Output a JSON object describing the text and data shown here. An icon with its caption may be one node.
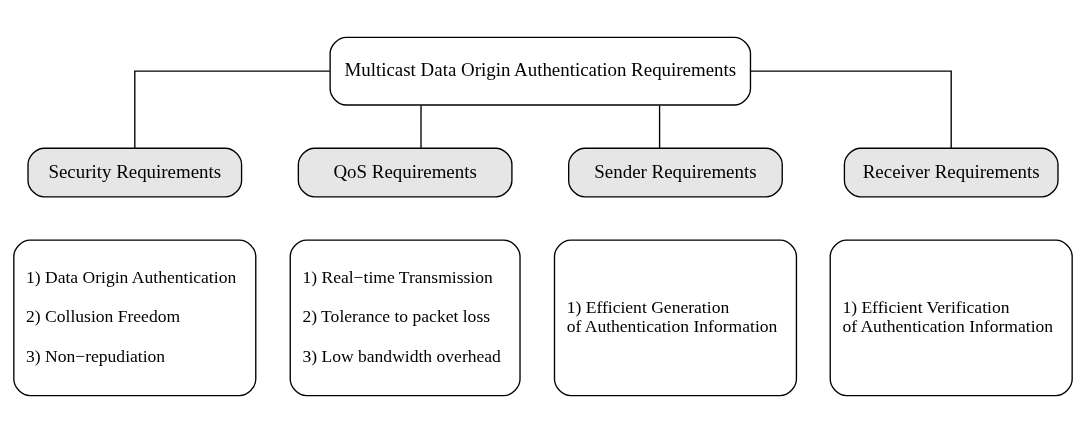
{
  "diagram": {
    "nodes": [
      {
        "text": [
          "Multicast Data Origin Authentication Requirements"
        ]
      },
      {
        "text": [
          "Security Requirements"
        ]
      },
      {
        "text": [
          "QoS Requirements"
        ]
      },
      {
        "text": [
          "Sender Requirements"
        ]
      },
      {
        "text": [
          "Receiver Requirements"
        ]
      },
      {
        "text": [
          "1) Data Origin Authentication",
          "2) Collusion Freedom",
          "3) Non−repudiation"
        ]
      },
      {
        "text": [
          "1) Real−time Transmission",
          "2) Tolerance to packet loss",
          "3) Low bandwidth overhead"
        ]
      },
      {
        "text": [
          "1) Efficient Generation of Authentication Information"
        ]
      },
      {
        "text": [
          "1) Efficient Verification of Authentication Information"
        ]
      }
    ],
    "edges": [
      {
        "from": 0,
        "to": 1,
        "arrow": "none"
      },
      {
        "from": 0,
        "to": 2,
        "arrow": "none"
      },
      {
        "from": 0,
        "to": 3,
        "arrow": "none"
      },
      {
        "from": 0,
        "to": 4,
        "arrow": "none"
      }
    ]
  }
}
